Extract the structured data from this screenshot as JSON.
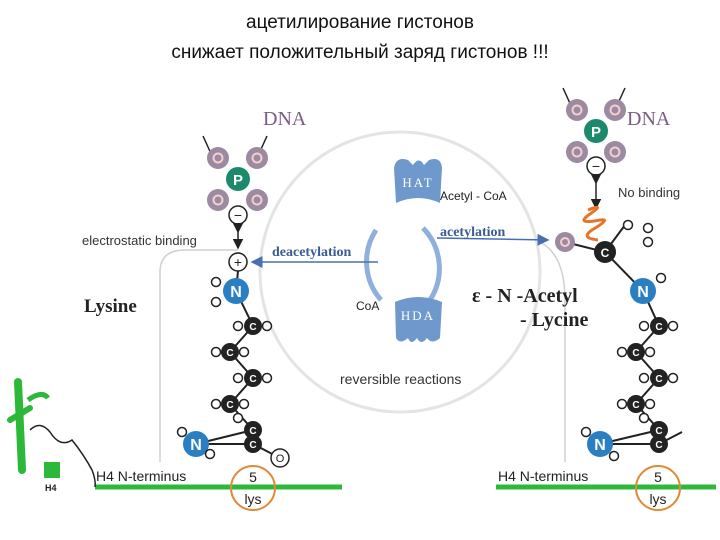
{
  "title": {
    "line1": "ацетилирование гистонов",
    "line2": "снижает положительный заряд гистонов !!!"
  },
  "labels": {
    "dna": "DNA",
    "phosphate": "P",
    "minus": "−",
    "plus": "+",
    "electrostatic_binding": "electrostatic binding",
    "lysine": "Lysine",
    "no_binding": "No binding",
    "acetylation": "acetylation",
    "deacetylation": "deacetylation",
    "hat": "HAT",
    "hda": "HDA",
    "acetyl_coa": "Acetyl - CoA",
    "coa": "CoA",
    "reversible": "reversible reactions",
    "eps_acetyl_line1": "ε - N -Acetyl",
    "eps_acetyl_line2": "- Lycine",
    "h4_terminus": "H4 N-terminus",
    "lys_num": "5",
    "lys": "lys",
    "h4": "H4",
    "atom_n": "N",
    "atom_c": "C",
    "atom_o": "O"
  },
  "colors": {
    "dna_purple": "#7b5c83",
    "dna_fill": "#9b8aa0",
    "phosphate_green": "#1c8a6a",
    "nitrogen_blue": "#2a7fc3",
    "carbon_dark": "#222222",
    "enzyme_blue": "#6f98cc",
    "strand_green": "#2db83a",
    "lys_orange": "#e08a3a",
    "spring_orange": "#e8742a"
  }
}
